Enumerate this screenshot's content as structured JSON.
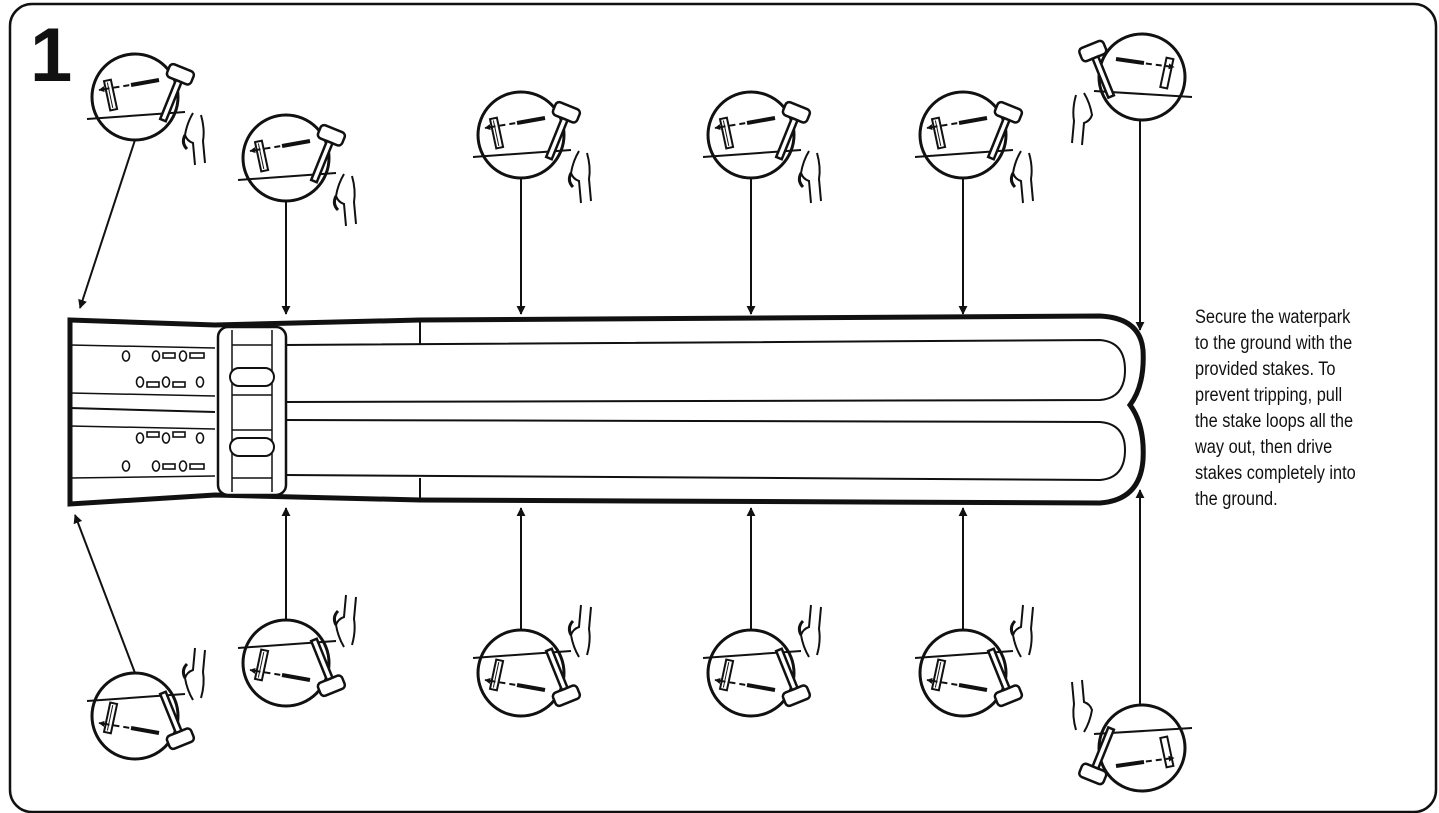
{
  "step": {
    "number": "1"
  },
  "instructions": {
    "lines": [
      "Secure the waterpark",
      "to the ground with the",
      "provided stakes. To",
      "prevent tripping, pull",
      "the stake loops all the",
      "way out, then drive",
      "stakes completely into",
      "the ground."
    ]
  },
  "colors": {
    "ink": "#111111",
    "paper": "#ffffff"
  },
  "icons": [
    "hammer-icon",
    "stake-icon",
    "hand-icon",
    "arrow-icon"
  ]
}
